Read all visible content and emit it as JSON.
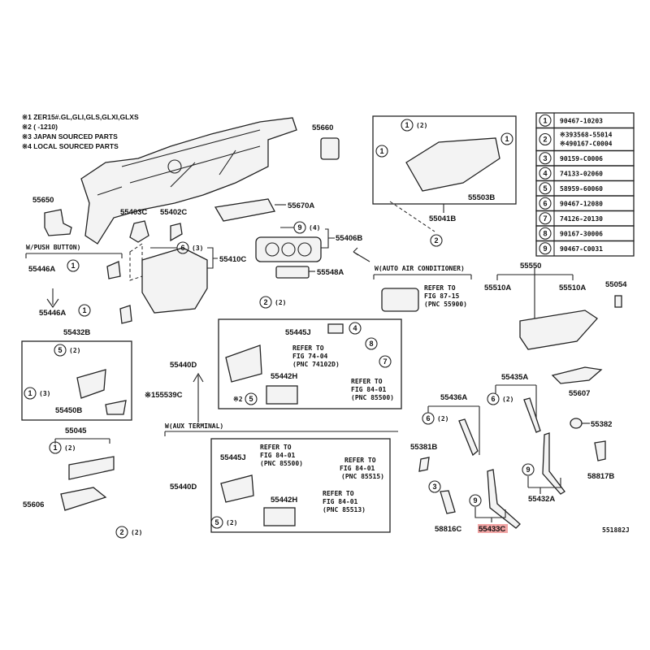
{
  "notes": [
    "※1 ZER15#.GL,GLI,GLS,GLXI,GLXS",
    "※2 (      -1210)",
    "※3 JAPAN SOURCED PARTS",
    "※4 LOCAL SOURCED PARTS"
  ],
  "legend_table": [
    {
      "num": "1",
      "parts": [
        "90467-10203"
      ]
    },
    {
      "num": "2",
      "parts": [
        "※393568-55014",
        "※490167-C0004"
      ]
    },
    {
      "num": "3",
      "parts": [
        "90159-C0006"
      ]
    },
    {
      "num": "4",
      "parts": [
        "74133-02060"
      ]
    },
    {
      "num": "5",
      "parts": [
        "58959-60060"
      ]
    },
    {
      "num": "6",
      "parts": [
        "90467-12080"
      ]
    },
    {
      "num": "7",
      "parts": [
        "74126-20130"
      ]
    },
    {
      "num": "8",
      "parts": [
        "90167-30006"
      ]
    },
    {
      "num": "9",
      "parts": [
        "90467-C0031"
      ]
    }
  ],
  "labels": {
    "p55660": "55660",
    "p55650": "55650",
    "p55403c": "55403C",
    "p55402c": "55402C",
    "p55670a": "55670A",
    "p55410c": "55410C",
    "p55406b": "55406B",
    "p55548a": "55548A",
    "p55041b": "55041B",
    "p55503b": "55503B",
    "p55550": "55550",
    "p55510a_l": "55510A",
    "p55510a_r": "55510A",
    "p55054": "55054",
    "push_button": "W/PUSH BUTTON)",
    "p55446a_1": "55446A",
    "p55446a_2": "55446A",
    "p55432b": "55432B",
    "p55450b": "55450B",
    "p155539c": "※155539C",
    "p55440d_1": "55440D",
    "p55445j_1": "55445J",
    "p55442h_1": "55442H",
    "p55440d_2": "55440D",
    "p55445j_2": "55445J",
    "p55442h_2": "55442H",
    "auto_ac": "W(AUTO AIR CONDITIONER)",
    "aux_terminal": "W(AUX TERMINAL)",
    "p55045": "55045",
    "p55606": "55606",
    "p55435a": "55435A",
    "p55436a": "55436A",
    "p55607": "55607",
    "p55381b": "55381B",
    "p55382": "55382",
    "p58817b": "58817B",
    "p55432a": "55432A",
    "p58816c": "58816C",
    "p55433c": "55433C",
    "figure_id": "551882J",
    "mark2": "※2"
  },
  "refs": {
    "ac": [
      "REFER TO",
      "FIG 87-15",
      "(PNC 55900)"
    ],
    "r74": [
      "REFER TO",
      "FIG 74-04",
      "(PNC 74102D)"
    ],
    "r84a": [
      "REFER TO",
      "FIG 84-01",
      "(PNC 85500)"
    ],
    "r84b": [
      "REFER TO",
      "FIG 84-01",
      "(PNC 85500)"
    ],
    "r84c": [
      "REFER TO",
      "FIG 84-01",
      "(PNC 85515)"
    ],
    "r84d": [
      "REFER TO",
      "FIG 84-01",
      "(PNC 85513)"
    ]
  },
  "qty": {
    "q2": "(2)",
    "q3": "(3)",
    "q4": "(4)"
  },
  "circles": [
    "1",
    "2",
    "3",
    "4",
    "5",
    "6",
    "7",
    "8",
    "9"
  ],
  "highlight_color": "#e85a5a"
}
